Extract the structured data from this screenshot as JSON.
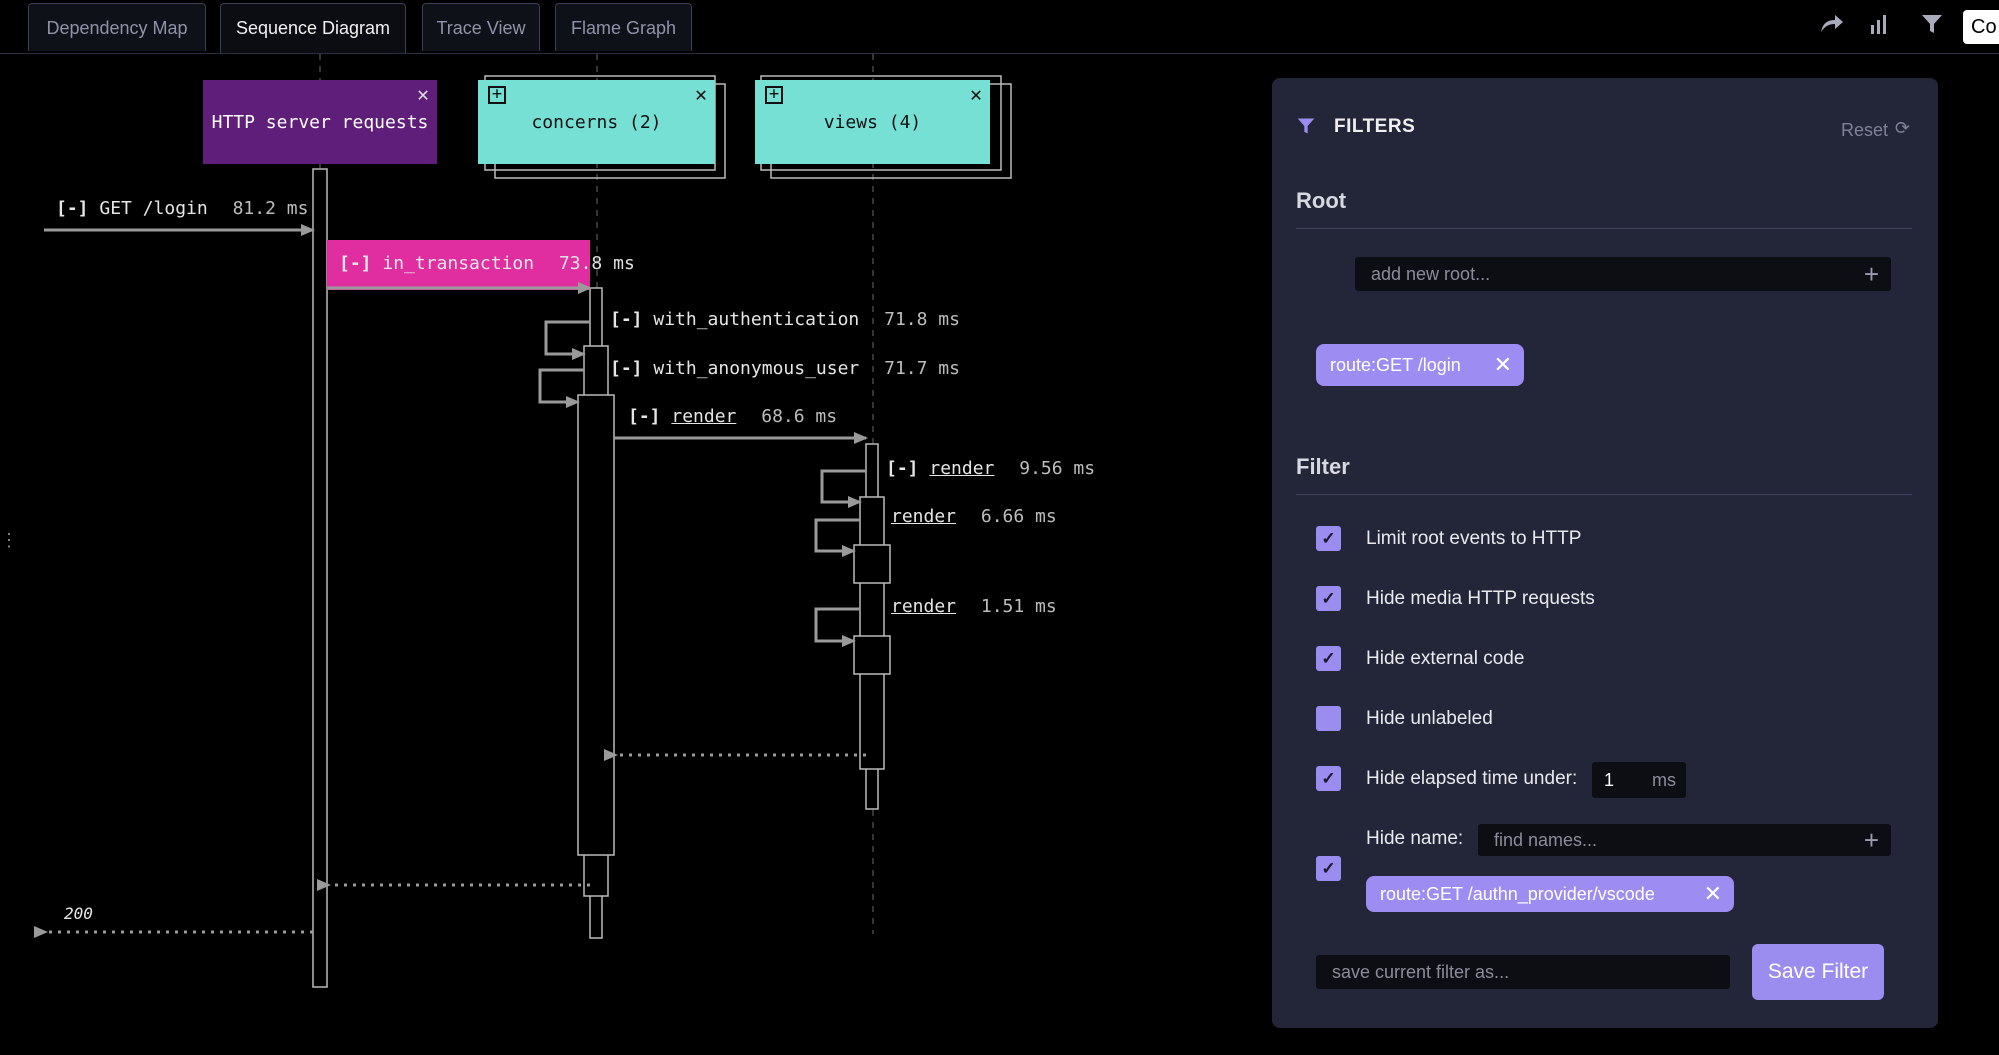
{
  "tabs": [
    "Dependency Map",
    "Sequence Diagram",
    "Trace View",
    "Flame Graph"
  ],
  "toolbar": {
    "icons": [
      "share-icon",
      "bar-chart-icon",
      "filter-icon"
    ],
    "partial_button": "Co"
  },
  "diagram": {
    "actors": [
      {
        "label": "HTTP server requests",
        "color": "#5e1e7a"
      },
      {
        "label": "concerns (2)",
        "color": "#76e0d5"
      },
      {
        "label": "views (4)",
        "color": "#76e0d5"
      }
    ],
    "calls": [
      {
        "toggle": "[-]",
        "name": "GET /login",
        "time": "81.2 ms"
      },
      {
        "toggle": "[-]",
        "name": "in_transaction",
        "time": "73.8 ms"
      },
      {
        "toggle": "[-]",
        "name": "with_authentication",
        "time": "71.8 ms"
      },
      {
        "toggle": "[-]",
        "name": "with_anonymous_user",
        "time": "71.7 ms"
      },
      {
        "toggle": "[-]",
        "name": "render",
        "time": "68.6 ms"
      },
      {
        "toggle": "[-]",
        "name": "render",
        "time": "9.56 ms"
      },
      {
        "toggle": "",
        "name": "render",
        "time": "6.66 ms"
      },
      {
        "toggle": "",
        "name": "render",
        "time": "1.51 ms"
      }
    ],
    "return_label": "200",
    "highlight_color": "#e02ea0"
  },
  "filters": {
    "title": "FILTERS",
    "reset": "Reset",
    "root_title": "Root",
    "root_placeholder": "add new root...",
    "root_chip": "route:GET /login",
    "filter_title": "Filter",
    "options": [
      {
        "label": "Limit root events to HTTP",
        "checked": true
      },
      {
        "label": "Hide media HTTP requests",
        "checked": true
      },
      {
        "label": "Hide external code",
        "checked": true
      },
      {
        "label": "Hide unlabeled",
        "checked": false
      },
      {
        "label": "Hide elapsed time under:",
        "checked": true
      },
      {
        "label": "Hide name:",
        "checked": true
      }
    ],
    "elapsed_value": "1",
    "elapsed_unit": "ms",
    "name_placeholder": "find names...",
    "name_chip": "route:GET /authn_provider/vscode",
    "save_placeholder": "save current filter as...",
    "save_button": "Save Filter",
    "accent": "#9b8cf0"
  }
}
